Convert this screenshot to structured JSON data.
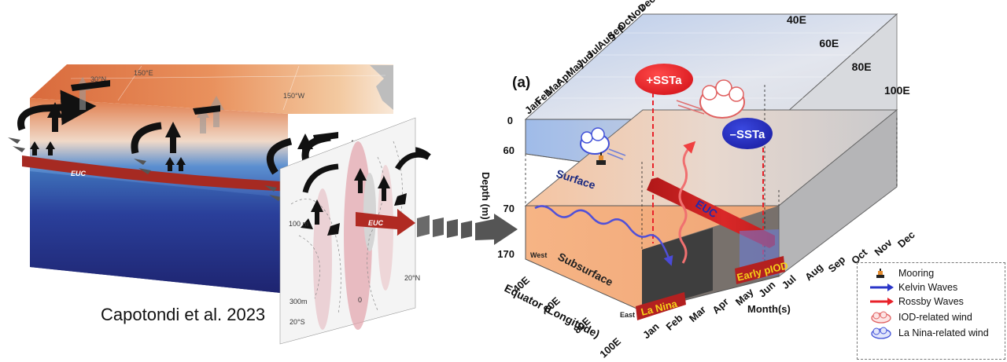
{
  "left_panel": {
    "credit": "Capotondi et al. 2023",
    "euc_label_surface": "EUC",
    "euc_label_section": "EUC",
    "map_labels": [
      "30°N",
      "150°E",
      "150°W"
    ],
    "section_labels": {
      "depth_100": "100 m",
      "depth_300": "300m",
      "lat_south": "20°S",
      "lat_zero": "0",
      "lat_north": "20°N"
    }
  },
  "right_panel": {
    "panel_label": "(a)",
    "months": [
      "Jan",
      "Feb",
      "Mar",
      "Apr",
      "May",
      "Jun",
      "Jul",
      "Aug",
      "Sep",
      "Oct",
      "Nov",
      "Dec"
    ],
    "longitudes": [
      "40E",
      "60E",
      "80E",
      "100E"
    ],
    "depth_ticks": [
      "0",
      "60",
      "70",
      "170"
    ],
    "depth_axis_label": "Depth (m)",
    "equator_axis_label": "Equator (Longitude)",
    "month_axis_label": "Month(s)",
    "surface_label": "Surface",
    "subsurface_label": "Subsurface",
    "west_label": "West",
    "east_label": "East",
    "sst_pos": "+SSTa",
    "sst_neg": "–SSTa",
    "euc_label": "EUC",
    "la_nina_label": "La Nina",
    "early_piod_label": "Early pIOD"
  },
  "legend": {
    "items": [
      {
        "label": "Mooring",
        "icon": "mooring-icon"
      },
      {
        "label": "Kelvin Waves",
        "icon": "blue-arrow-icon"
      },
      {
        "label": "Rossby Waves",
        "icon": "red-arrow-icon"
      },
      {
        "label": "IOD-related wind",
        "icon": "red-cloud-icon"
      },
      {
        "label": "La Nina-related wind",
        "icon": "blue-cloud-icon"
      }
    ]
  },
  "colors": {
    "sst_pos": "#e8222a",
    "sst_neg": "#2a35c8",
    "euc": "#e21f26",
    "kelvin": "#4a4ad8",
    "rossby": "#f04040",
    "subsurface": "#f3b48a",
    "surface": "#a9c0e6"
  }
}
